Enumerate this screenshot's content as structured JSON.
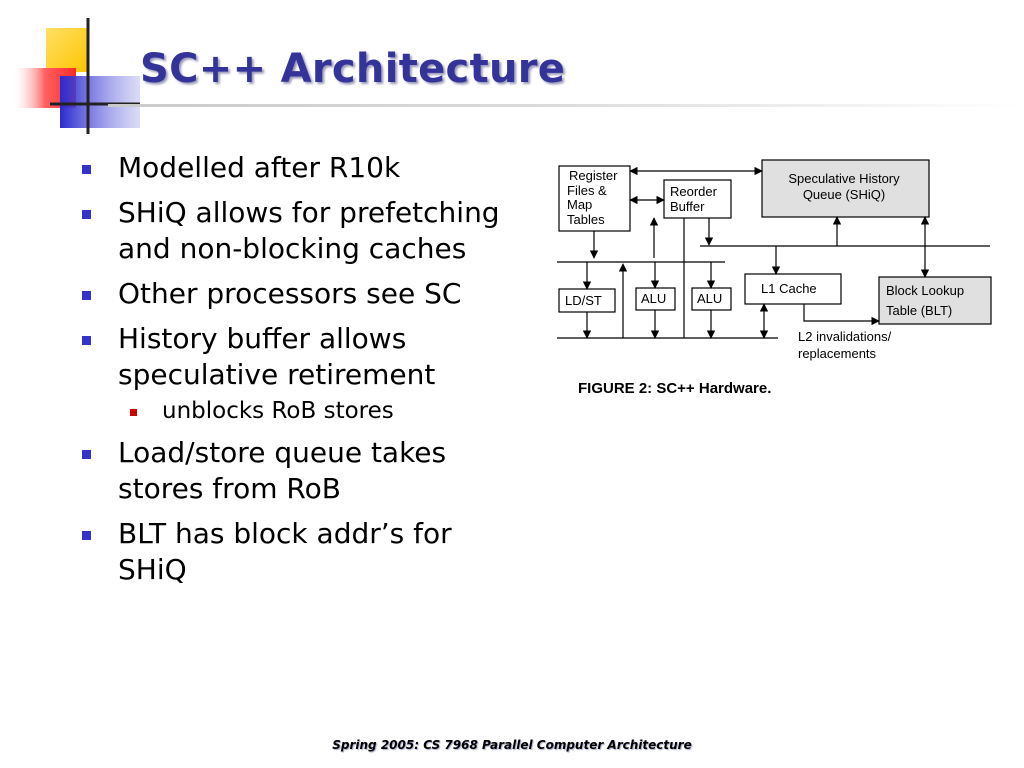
{
  "slide": {
    "title": "SC++ Architecture",
    "footer": "Spring 2005: CS 7968 Parallel Computer Architecture"
  },
  "bullets": [
    {
      "level": 1,
      "text": "Modelled after R10k"
    },
    {
      "level": 1,
      "text": "SHiQ allows for prefetching and non-blocking caches"
    },
    {
      "level": 1,
      "text": "Other processors see SC"
    },
    {
      "level": 1,
      "text": "History buffer allows speculative retirement"
    },
    {
      "level": 2,
      "text": "unblocks RoB stores"
    },
    {
      "level": 1,
      "text": "Load/store queue takes stores from RoB"
    },
    {
      "level": 1,
      "text": "BLT has block addr’s for SHiQ"
    }
  ],
  "figure": {
    "register_files": [
      "Register",
      "Files &",
      "Map",
      "Tables"
    ],
    "reorder_buffer": [
      "Reorder",
      "Buffer"
    ],
    "shiq": [
      "Speculative History",
      "Queue (SHiQ)"
    ],
    "ldst": "LD/ST",
    "alu_1": "ALU",
    "alu_2": "ALU",
    "l1_cache": "L1 Cache",
    "blt": [
      "Block Lookup",
      "Table (BLT)"
    ],
    "l2_note": [
      "L2 invalidations/",
      "replacements"
    ],
    "caption": "FIGURE 2: SC++ Hardware."
  },
  "colors": {
    "title": "#333399",
    "bullet_level1": "#3333cc",
    "bullet_level2": "#cc0000",
    "logo_yellow": "#ffd21f",
    "logo_red": "#ff3a3a",
    "logo_blue": "#3b3bd8"
  }
}
